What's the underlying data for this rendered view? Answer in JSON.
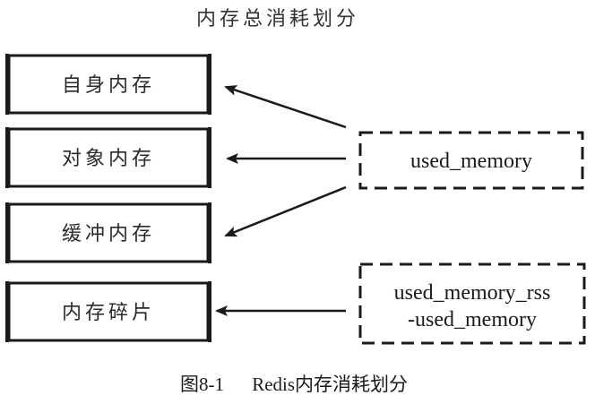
{
  "title": "内存总消耗划分",
  "boxes": [
    {
      "label": "自身内存"
    },
    {
      "label": "对象内存"
    },
    {
      "label": "缓冲内存"
    },
    {
      "label": "内存碎片"
    }
  ],
  "metrics": {
    "used_memory": "used_memory",
    "rss_line1": "used_memory_rss",
    "rss_line2": "-used_memory"
  },
  "caption": {
    "number": "图8-1",
    "text": "Redis内存消耗划分"
  },
  "colors": {
    "ink": "#1a1a1a",
    "background": "#ffffff"
  }
}
